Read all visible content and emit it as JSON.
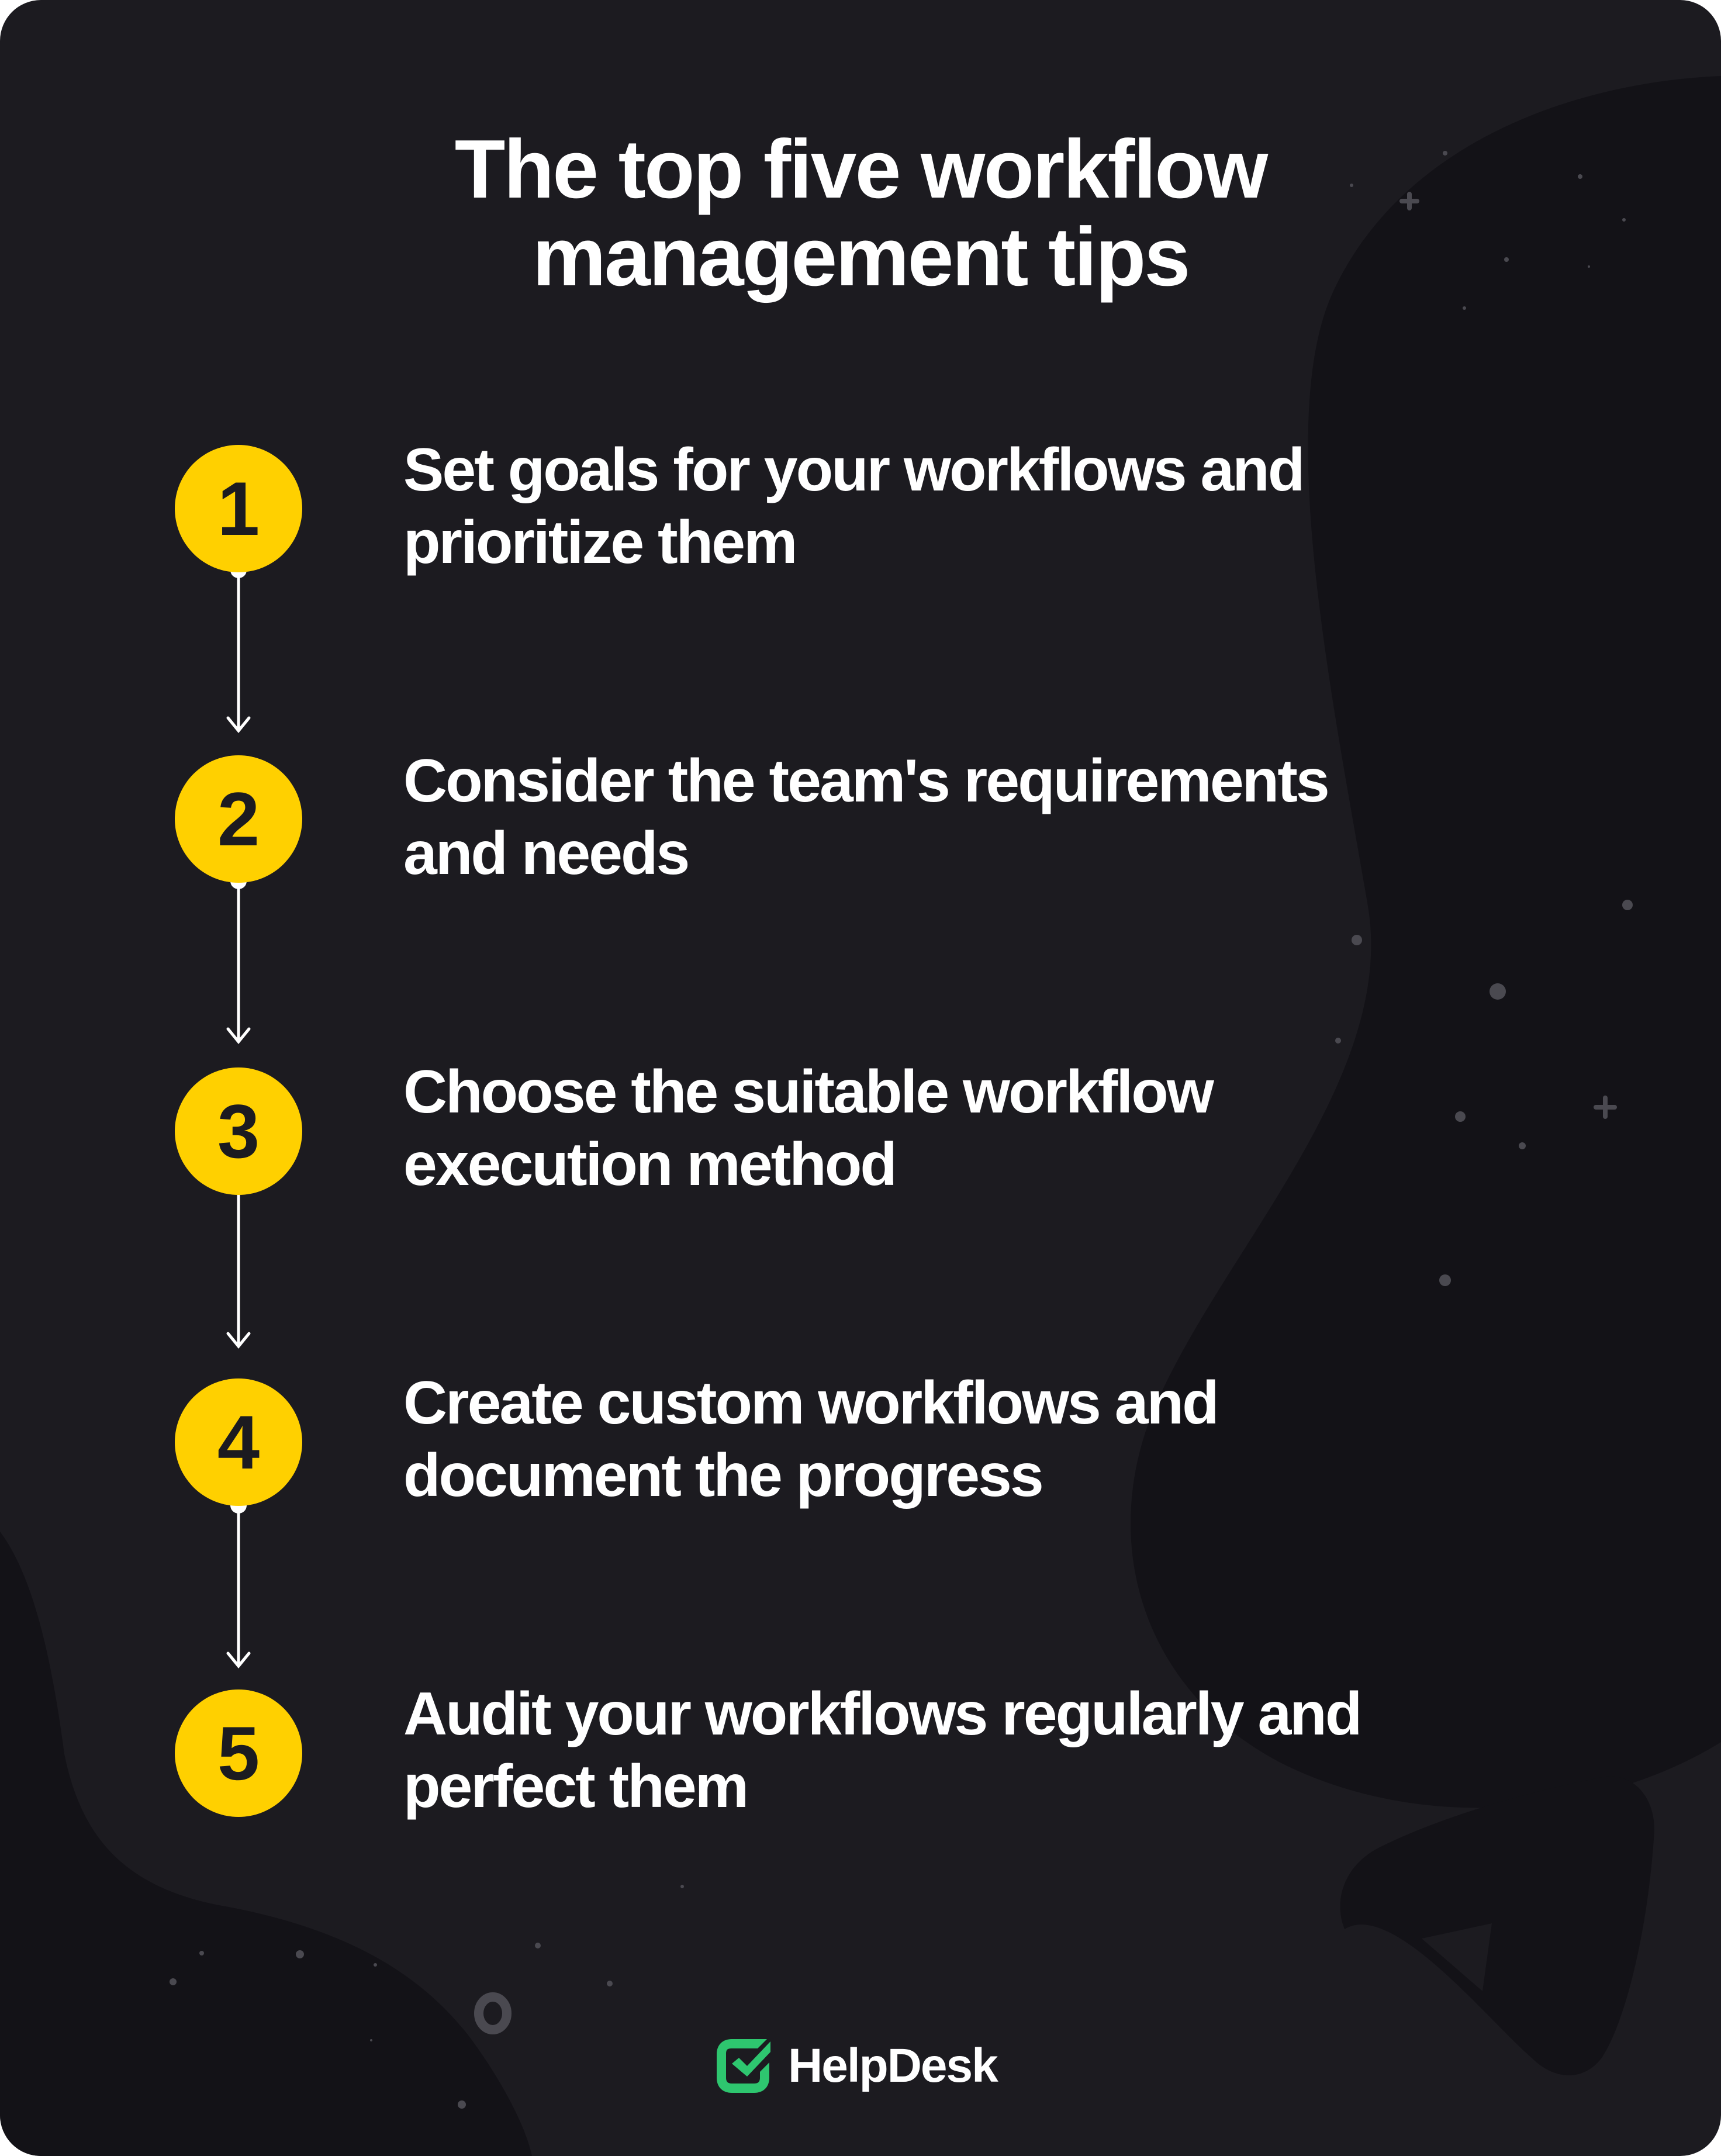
{
  "title": {
    "line1": "The top five workflow",
    "line2": "management tips"
  },
  "steps": [
    {
      "number": "1",
      "line1": "Set goals for your workflows and",
      "line2": "prioritize them"
    },
    {
      "number": "2",
      "line1": "Consider the team's requirements",
      "line2": "and needs"
    },
    {
      "number": "3",
      "line1": "Choose the suitable workflow",
      "line2": "execution method"
    },
    {
      "number": "4",
      "line1": "Create custom workflows and",
      "line2": "document the progress"
    },
    {
      "number": "5",
      "line1": "Audit your workflows regularly and",
      "line2": "perfect them"
    }
  ],
  "brand": {
    "name": "HelpDesk",
    "icon": "checkbox-check-icon"
  },
  "colors": {
    "background": "#1c1b20",
    "background_shape": "#131217",
    "accent_yellow": "#ffd000",
    "brand_green": "#2ec66f",
    "text": "#ffffff",
    "dots": "#4a4950"
  }
}
